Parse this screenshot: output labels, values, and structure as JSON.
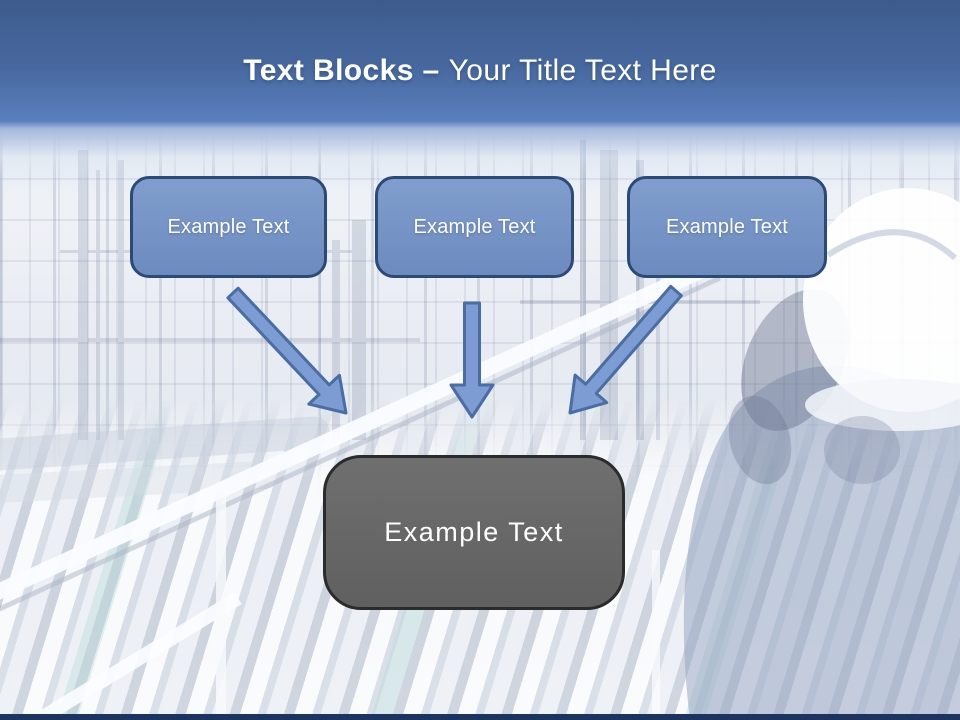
{
  "slide": {
    "title": {
      "emphasis": "Text Blocks –",
      "normal": "Your Title Text Here"
    },
    "top_boxes": [
      {
        "label": "Example Text"
      },
      {
        "label": "Example Text"
      },
      {
        "label": "Example Text"
      }
    ],
    "arrows": [
      {
        "icon": "arrow-down-right"
      },
      {
        "icon": "arrow-down"
      },
      {
        "icon": "arrow-down-left"
      }
    ],
    "bottom_box": {
      "label": "Example Text"
    },
    "background": {
      "description": "washed-out industrial refinery photo with pipes and worker in white hard hat"
    },
    "colors": {
      "header_top": "#3D5B8C",
      "header_bottom": "#5A7FBE",
      "box_fill": "#7292C8",
      "box_border": "#2C4A77",
      "arrow_fill": "#7E9CD4",
      "arrow_border": "#4A6DA4",
      "gray_box_fill": "#666666",
      "gray_box_border": "#2B2B2B",
      "footer_bar": "#1D3461",
      "text": "#FFFFFF"
    }
  }
}
